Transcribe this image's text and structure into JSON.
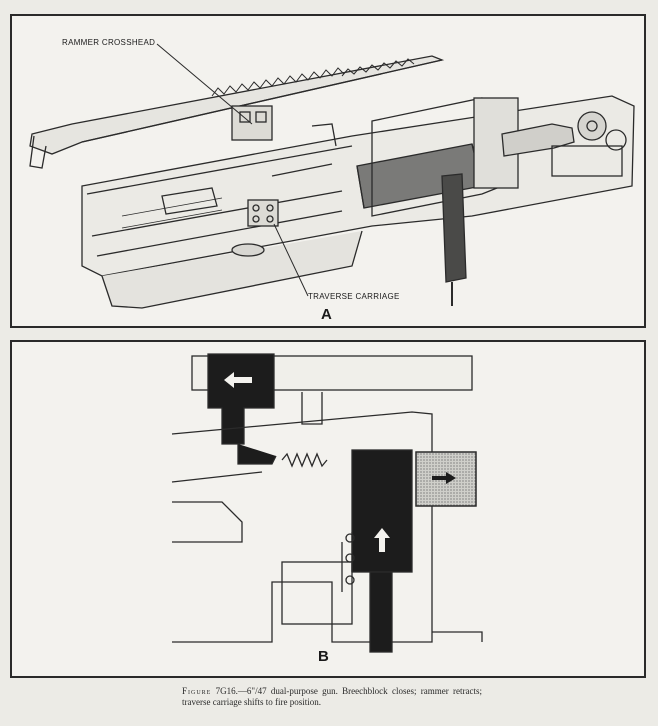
{
  "panel_a": {
    "letter": "A",
    "labels": {
      "rammer_crosshead": "RAMMER CROSSHEAD",
      "traverse_carriage": "TRAVERSE CARRIAGE"
    }
  },
  "panel_b": {
    "letter": "B"
  },
  "caption": {
    "figure_word": "Figure",
    "figure_number": "7G16.",
    "text": "—6\"/47 dual-purpose gun. Breechblock closes; rammer retracts; traverse carriage shifts to fire position."
  }
}
